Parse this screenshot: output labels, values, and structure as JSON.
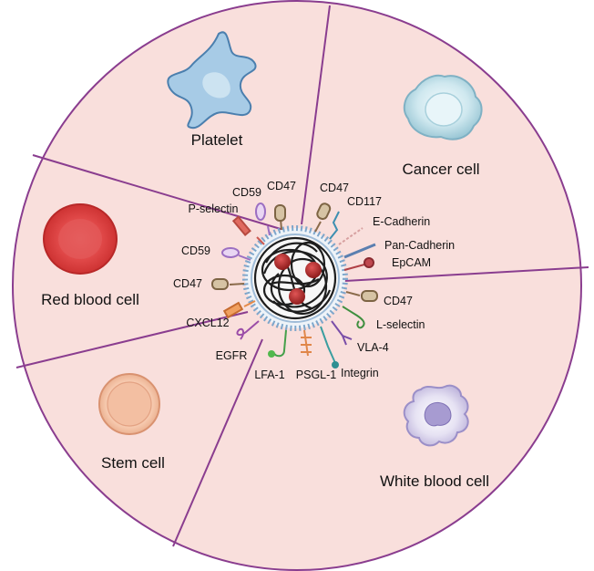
{
  "colors": {
    "pie_fill": "#f9dfdc",
    "pie_stroke": "#8a3d8f",
    "membrane": "#a9c5de",
    "core_dark": "#222222",
    "red_dot": "#b52a2a"
  },
  "segments": {
    "platelet": {
      "label": "Platelet",
      "icon": "platelet-icon"
    },
    "cancer": {
      "label": "Cancer cell",
      "icon": "cancer-cell-icon"
    },
    "red_blood": {
      "label": "Red blood cell",
      "icon": "red-blood-cell-icon"
    },
    "stem": {
      "label": "Stem cell",
      "icon": "stem-cell-icon"
    },
    "white_blood": {
      "label": "White blood cell",
      "icon": "white-blood-cell-icon"
    }
  },
  "markers": {
    "platelet_cd47": "CD47",
    "platelet_cd59": "CD59",
    "platelet_pselectin": "P-selectin",
    "cancer_cd47": "CD47",
    "cancer_cd117": "CD117",
    "cancer_ecadherin": "E-Cadherin",
    "cancer_pancadherin": "Pan-Cadherin",
    "cancer_epcam": "EpCAM",
    "rbc_cd59": "CD59",
    "rbc_cd47": "CD47",
    "wbc_cd47": "CD47",
    "wbc_lselectin": "L-selectin",
    "wbc_vla4": "VLA-4",
    "wbc_integrin": "Integrin",
    "wbc_psgl1": "PSGL-1",
    "wbc_lfa1": "LFA-1",
    "stem_cxcl12": "CXCL12",
    "stem_egfr": "EGFR"
  }
}
